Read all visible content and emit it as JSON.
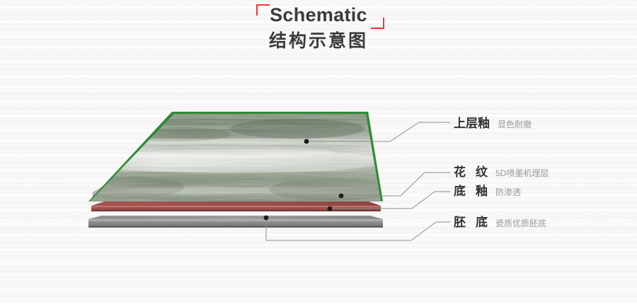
{
  "title": {
    "english": "Schematic",
    "chinese": "结构示意图",
    "bracket_color": "#f4343a"
  },
  "labels": [
    {
      "name": "上层釉",
      "desc": "显色耐磨"
    },
    {
      "name": "花纹",
      "desc": "5D喷墨机理层"
    },
    {
      "name": "底釉",
      "desc": "防渗透"
    },
    {
      "name": "胚底",
      "desc": "瓷质优质胚底"
    }
  ],
  "diagram": {
    "type": "exploded-tile-cross-section",
    "layers": [
      {
        "key": "top-glaze",
        "label": "上层釉",
        "color": "#8a9a84",
        "edge_color": "#2e7d32"
      },
      {
        "key": "pattern",
        "label": "花纹",
        "color": "#b5aaa6"
      },
      {
        "key": "base-glaze",
        "label": "底釉",
        "color": "#9e4a46"
      },
      {
        "key": "body",
        "label": "胚底",
        "color": "#8d8d8d"
      }
    ],
    "leader_color": "#8d8d8d",
    "dot_color": "#1c1c1c"
  }
}
